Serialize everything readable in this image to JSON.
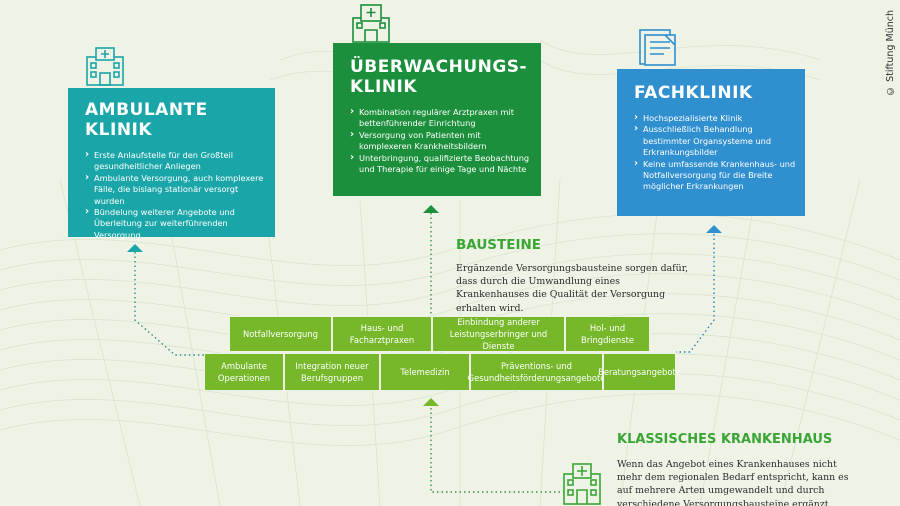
{
  "credit": "© Stiftung Münch",
  "cards": {
    "ambulant": {
      "title": "AMBULANTE\nKLINIK",
      "items": [
        "Erste Anlaufstelle für den Großteil gesundheitlicher Anliegen",
        "Ambulante Versorgung, auch komplexere Fälle, die bislang stationär versorgt wurden",
        "Bündelung weiterer Angebote und Überleitung zur weiterführenden Versorgung"
      ]
    },
    "ueberwachung": {
      "title": "ÜBERWACHUNGS-\nKLINIK",
      "items": [
        "Kombination regulärer Arztpraxen mit bettenführender Einrichtung",
        "Versorgung von Patienten mit komplexeren Krankheitsbildern",
        "Unterbringung, qualifizierte Beobachtung und Therapie für einige Tage und Nächte"
      ]
    },
    "fach": {
      "title": "FACHKLINIK",
      "items": [
        "Hochspezialisierte Klinik",
        "Ausschließlich Behandlung bestimmter Organsysteme und Erkrankungsbilder",
        "Keine umfassende Krankenhaus- und Notfallversorgung für die Breite möglicher Erkrankungen"
      ]
    }
  },
  "bausteine": {
    "heading": "BAUSTEINE",
    "text": "Ergänzende Versorgungsbausteine sorgen dafür, dass durch die Umwandlung eines Krankenhauses die Qualität der Versorgung erhalten wird.",
    "row1": [
      "Notfallversorgung",
      "Haus- und Facharztpraxen",
      "Einbindung anderer Leistungserbringer und Dienste",
      "Hol- und Bringdienste"
    ],
    "row2": [
      "Ambulante Operationen",
      "Integration neuer Berufsgruppen",
      "Telemedizin",
      "Präventions- und Gesundheitsförderungsangebote",
      "Beratungsangebote"
    ]
  },
  "klassisch": {
    "heading": "KLASSISCHES KRANKENHAUS",
    "text": "Wenn das Angebot eines Krankenhauses nicht mehr dem regionalen Bedarf entspricht, kann es auf mehrere Arten umgewandelt und durch verschiedene Versorgungsbausteine ergänzt werden."
  },
  "colors": {
    "teal": "#1aa6a8",
    "green_dark": "#1b8f3c",
    "blue": "#2f8fcf",
    "green_light": "#76b82a",
    "heading_green": "#3aa535"
  },
  "icons": [
    "hospital-icon",
    "clinic-icon",
    "document-icon",
    "classic-hospital-icon"
  ]
}
